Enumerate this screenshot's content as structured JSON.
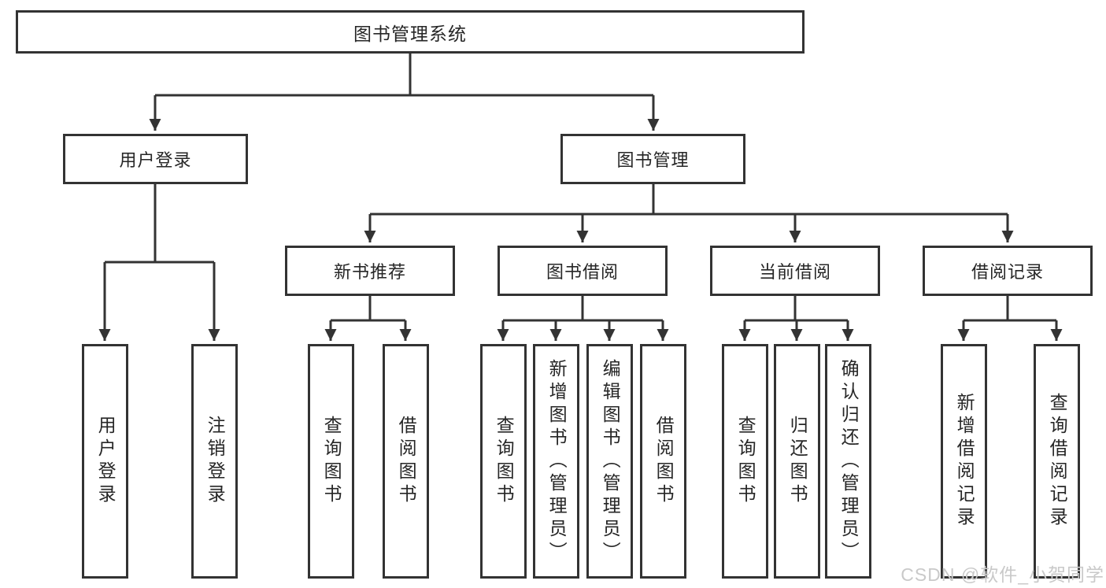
{
  "diagram": {
    "watermark": "CSDN @软件_小贺同学",
    "colors": {
      "line": "#333333",
      "box_border": "#333333",
      "text": "#262626",
      "watermark": "#c9c9c9",
      "background": "#ffffff"
    },
    "nodes": {
      "root": "图书管理系统",
      "user_login": "用户登录",
      "book_management": "图书管理",
      "new_book_recommend": "新书推荐",
      "book_borrow": "图书借阅",
      "current_borrow": "当前借阅",
      "borrow_record": "借阅记录",
      "leaves": {
        "user_login": [
          "用户登录",
          "注销登录"
        ],
        "new_book_recommend": [
          "查询图书",
          "借阅图书"
        ],
        "book_borrow": [
          "查询图书",
          "新增图书（管理员）",
          "编辑图书（管理员）",
          "借阅图书"
        ],
        "current_borrow": [
          "查询图书",
          "归还图书",
          "确认归还（管理员）"
        ],
        "borrow_record": [
          "新增借阅记录",
          "查询借阅记录"
        ]
      }
    }
  }
}
